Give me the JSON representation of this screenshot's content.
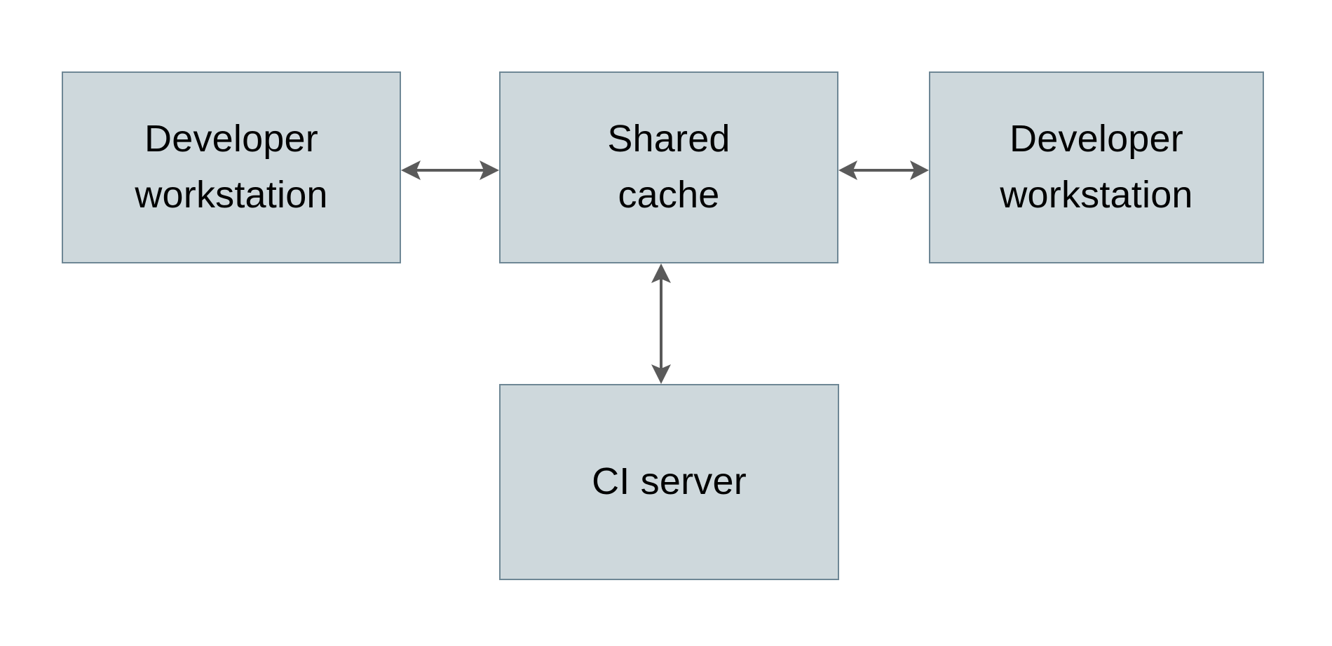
{
  "diagram": {
    "type": "flowchart",
    "background_color": "#ffffff",
    "node_fill_color": "#ced8dc",
    "node_border_color": "#6e8795",
    "edge_color": "#5a5a5a",
    "text_color": "#000000",
    "nodes": [
      {
        "id": "dev-left",
        "label": "Developer\nworkstation",
        "name": "developer-workstation-left"
      },
      {
        "id": "cache",
        "label": "Shared\ncache",
        "name": "shared-cache"
      },
      {
        "id": "dev-right",
        "label": "Developer\nworkstation",
        "name": "developer-workstation-right"
      },
      {
        "id": "ci",
        "label": "CI server",
        "name": "ci-server"
      }
    ],
    "edges": [
      {
        "id": "edge-left",
        "from": "dev-left",
        "to": "cache",
        "direction": "bidirectional",
        "orientation": "horizontal",
        "label": ""
      },
      {
        "id": "edge-right",
        "from": "cache",
        "to": "dev-right",
        "direction": "bidirectional",
        "orientation": "horizontal",
        "label": ""
      },
      {
        "id": "edge-ci",
        "from": "cache",
        "to": "ci",
        "direction": "bidirectional",
        "orientation": "vertical",
        "label": ""
      }
    ]
  }
}
